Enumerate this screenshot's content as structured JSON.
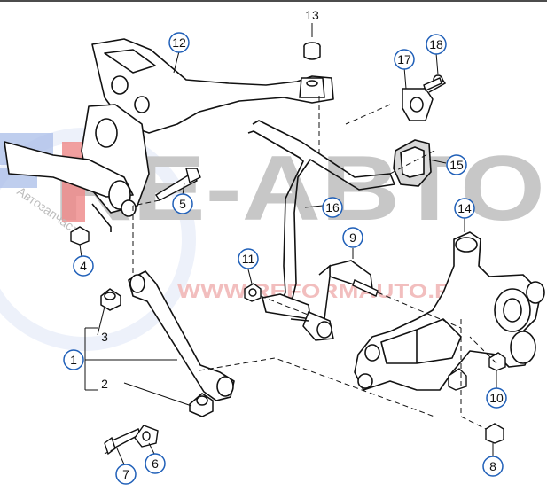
{
  "watermark": {
    "brand": "RE-АВТО",
    "url": "WWW.REFORMAUTO.RU",
    "ring_text": "Автозапчасти",
    "colors": {
      "red": "#e03030",
      "blue": "#6d8fd8",
      "gray": "#9a9a9a"
    }
  },
  "callouts": {
    "c1": "1",
    "c2": "2",
    "c3": "3",
    "c4": "4",
    "c5": "5",
    "c6": "6",
    "c7": "7",
    "c8": "8",
    "c9": "9",
    "c10": "10",
    "c11": "11",
    "c12": "12",
    "c13": "13",
    "c14": "14",
    "c15": "15",
    "c16": "16",
    "c17": "17",
    "c18": "18"
  },
  "colors": {
    "line": "#111111",
    "circle": "#1f5fb8"
  }
}
